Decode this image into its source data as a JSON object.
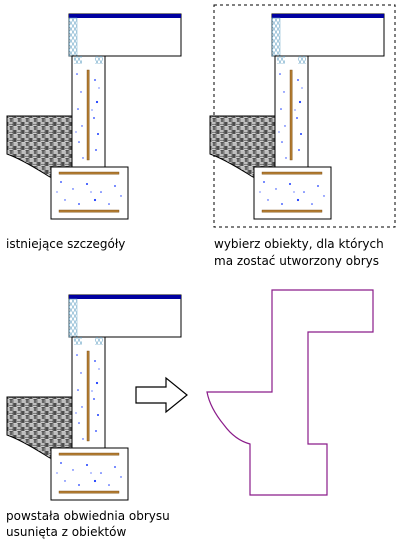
{
  "captions": {
    "existing": "istniejące szczegóły",
    "select_line1": "wybierz obiekty, dla których",
    "select_line2": "ma zostać utworzony obrys",
    "result_line1": "powstała obwiednia obrysu",
    "result_line2": "usunięta z obiektów"
  },
  "colors": {
    "outline": "#000000",
    "beam_stripe": "#0000a0",
    "insulation": "#6fa8c8",
    "rebar": "#b07a30",
    "aggregate": "#1a3cff",
    "contour": "#8a1c8a"
  },
  "icons": [
    "right-arrow-icon"
  ]
}
